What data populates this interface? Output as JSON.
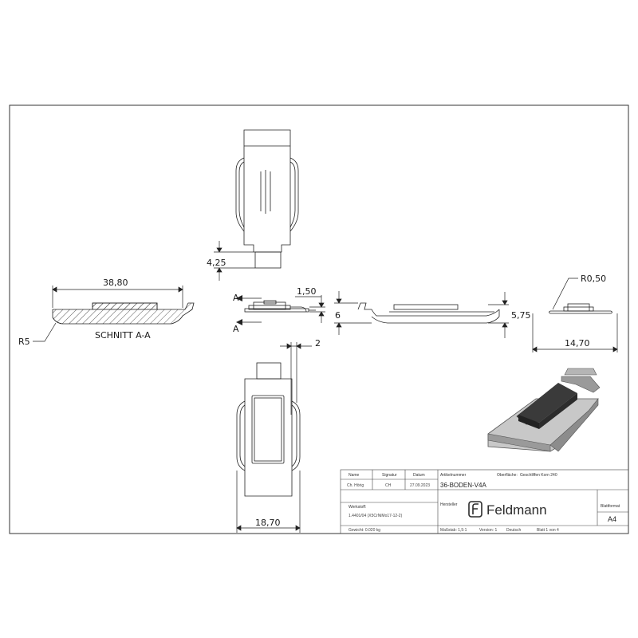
{
  "dimensions": {
    "h_4_25": "4,25",
    "w_38_80": "38,80",
    "r5": "R5",
    "section_label": "SCHNITT A-A",
    "w_1_50": "1,50",
    "h_6": "6",
    "section_marker": "A",
    "w_2": "2",
    "h_5_75": "5,75",
    "r0_50": "R0,50",
    "w_14_70": "14,70",
    "w_18_70": "18,70"
  },
  "title_block": {
    "headers": {
      "name": "Name",
      "signature": "Signatur",
      "date": "Datum",
      "article_no_label": "Artikelnummer",
      "surface_label": "Oberfläche:",
      "surface_value": "Geschliffen Korn 240"
    },
    "drawn_by": "Ch. Hörig",
    "signature": "CH",
    "date": "27.09.2023",
    "article_no": "36-BODEN-V4A",
    "material_label": "Werkstoff:",
    "material_value": "1.4401/04 (X5CrNiMo17-12-2)",
    "manufacturer_label": "Hersteller",
    "brand": "Feldmann",
    "format_label": "Blattformat",
    "format_value": "A4",
    "weight": "Gewicht: 0.020 kg",
    "scale": "Maßstab: 1,5:1",
    "version": "Version: 1",
    "language": "Deutsch",
    "sheet": "Blatt 1 von 4"
  }
}
